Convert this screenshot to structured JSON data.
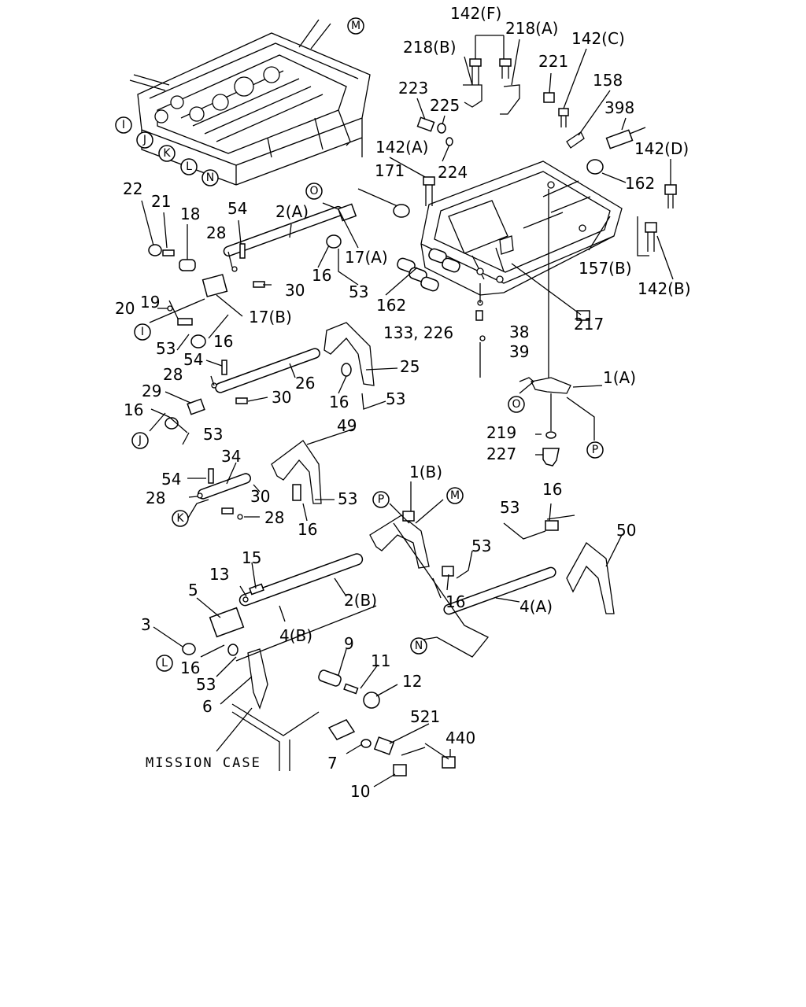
{
  "labels": [
    {
      "id": "l142F",
      "text": "142(F)"
    },
    {
      "id": "l218A",
      "text": "218(A)"
    },
    {
      "id": "l218B",
      "text": "218(B)"
    },
    {
      "id": "l221",
      "text": "221"
    },
    {
      "id": "l142C",
      "text": "142(C)"
    },
    {
      "id": "l223",
      "text": "223"
    },
    {
      "id": "l225",
      "text": "225"
    },
    {
      "id": "l158",
      "text": "158"
    },
    {
      "id": "l398",
      "text": "398"
    },
    {
      "id": "l142A",
      "text": "142(A)"
    },
    {
      "id": "l224",
      "text": "224"
    },
    {
      "id": "l142D",
      "text": "142(D)"
    },
    {
      "id": "l171",
      "text": "171"
    },
    {
      "id": "l162a",
      "text": "162"
    },
    {
      "id": "l157B",
      "text": "157(B)"
    },
    {
      "id": "l142B",
      "text": "142(B)"
    },
    {
      "id": "l162b",
      "text": "162"
    },
    {
      "id": "l217",
      "text": "217"
    },
    {
      "id": "l133",
      "text": "133, 226"
    },
    {
      "id": "l38",
      "text": "38"
    },
    {
      "id": "l39",
      "text": "39"
    },
    {
      "id": "l1A",
      "text": "1(A)"
    },
    {
      "id": "l219",
      "text": "219"
    },
    {
      "id": "l227",
      "text": "227"
    },
    {
      "id": "l22",
      "text": "22"
    },
    {
      "id": "l21",
      "text": "21"
    },
    {
      "id": "l18",
      "text": "18"
    },
    {
      "id": "l54a",
      "text": "54"
    },
    {
      "id": "l2A",
      "text": "2(A)"
    },
    {
      "id": "l28a",
      "text": "28"
    },
    {
      "id": "l17A",
      "text": "17(A)"
    },
    {
      "id": "l16a",
      "text": "16"
    },
    {
      "id": "l30a",
      "text": "30"
    },
    {
      "id": "l53a",
      "text": "53"
    },
    {
      "id": "l19",
      "text": "19"
    },
    {
      "id": "l20",
      "text": "20"
    },
    {
      "id": "l17B",
      "text": "17(B)"
    },
    {
      "id": "l53b",
      "text": "53"
    },
    {
      "id": "l16b",
      "text": "16"
    },
    {
      "id": "l54b",
      "text": "54"
    },
    {
      "id": "l28b",
      "text": "28"
    },
    {
      "id": "l26",
      "text": "26"
    },
    {
      "id": "l25",
      "text": "25"
    },
    {
      "id": "l29",
      "text": "29"
    },
    {
      "id": "l30b",
      "text": "30"
    },
    {
      "id": "l16c",
      "text": "16"
    },
    {
      "id": "l53c",
      "text": "53"
    },
    {
      "id": "l16d",
      "text": "16"
    },
    {
      "id": "l53d",
      "text": "53"
    },
    {
      "id": "l49",
      "text": "49"
    },
    {
      "id": "l34",
      "text": "34"
    },
    {
      "id": "l54c",
      "text": "54"
    },
    {
      "id": "l28c",
      "text": "28"
    },
    {
      "id": "l30c",
      "text": "30"
    },
    {
      "id": "l53e",
      "text": "53"
    },
    {
      "id": "l28d",
      "text": "28"
    },
    {
      "id": "l16e",
      "text": "16"
    },
    {
      "id": "l1B",
      "text": "1(B)"
    },
    {
      "id": "l16f",
      "text": "16"
    },
    {
      "id": "l53f",
      "text": "53"
    },
    {
      "id": "l50",
      "text": "50"
    },
    {
      "id": "l53g",
      "text": "53"
    },
    {
      "id": "l15",
      "text": "15"
    },
    {
      "id": "l13",
      "text": "13"
    },
    {
      "id": "l5",
      "text": "5"
    },
    {
      "id": "l2B",
      "text": "2(B)"
    },
    {
      "id": "l16g",
      "text": "16"
    },
    {
      "id": "l4A",
      "text": "4(A)"
    },
    {
      "id": "l3",
      "text": "3"
    },
    {
      "id": "l4B",
      "text": "4(B)"
    },
    {
      "id": "l9",
      "text": "9"
    },
    {
      "id": "l11",
      "text": "11"
    },
    {
      "id": "l16h",
      "text": "16"
    },
    {
      "id": "l53h",
      "text": "53"
    },
    {
      "id": "l12",
      "text": "12"
    },
    {
      "id": "l6",
      "text": "6"
    },
    {
      "id": "l521",
      "text": "521"
    },
    {
      "id": "l440",
      "text": "440"
    },
    {
      "id": "l7",
      "text": "7"
    },
    {
      "id": "l10",
      "text": "10"
    }
  ],
  "callouts": [
    {
      "id": "cM1",
      "letter": "M"
    },
    {
      "id": "cI1",
      "letter": "I"
    },
    {
      "id": "cJ1",
      "letter": "J"
    },
    {
      "id": "cK1",
      "letter": "K"
    },
    {
      "id": "cL1",
      "letter": "L"
    },
    {
      "id": "cN1",
      "letter": "N"
    },
    {
      "id": "cO1",
      "letter": "O"
    },
    {
      "id": "cI2",
      "letter": "I"
    },
    {
      "id": "cJ2",
      "letter": "J"
    },
    {
      "id": "cK2",
      "letter": "K"
    },
    {
      "id": "cO2",
      "letter": "O"
    },
    {
      "id": "cP1",
      "letter": "P"
    },
    {
      "id": "cP2",
      "letter": "P"
    },
    {
      "id": "cM2",
      "letter": "M"
    },
    {
      "id": "cL2",
      "letter": "L"
    },
    {
      "id": "cN2",
      "letter": "N"
    }
  ],
  "caption": "MISSION CASE"
}
